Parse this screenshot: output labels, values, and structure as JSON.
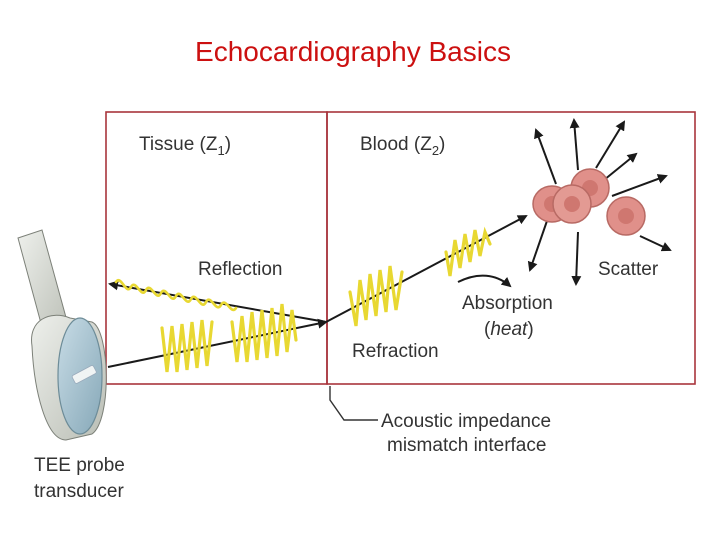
{
  "title": "Echocardiography Basics",
  "diagram": {
    "tissue_label": "Tissue (Z",
    "tissue_sub": "1",
    "tissue_close": ")",
    "blood_label": "Blood (Z",
    "blood_sub": "2",
    "blood_close": ")",
    "reflection": "Reflection",
    "refraction": "Refraction",
    "absorption": "Absorption",
    "heat": "heat",
    "scatter": "Scatter",
    "interface_line1": "Acoustic impedance",
    "interface_line2": "mismatch interface",
    "probe_line1": "TEE probe",
    "probe_line2": "transducer"
  },
  "colors": {
    "title": "#cc1010",
    "frame": "#a8353c",
    "wave": "#e8d832",
    "cell_fill": "#e0908a",
    "cell_stroke": "#b86a64",
    "text": "#333333"
  }
}
